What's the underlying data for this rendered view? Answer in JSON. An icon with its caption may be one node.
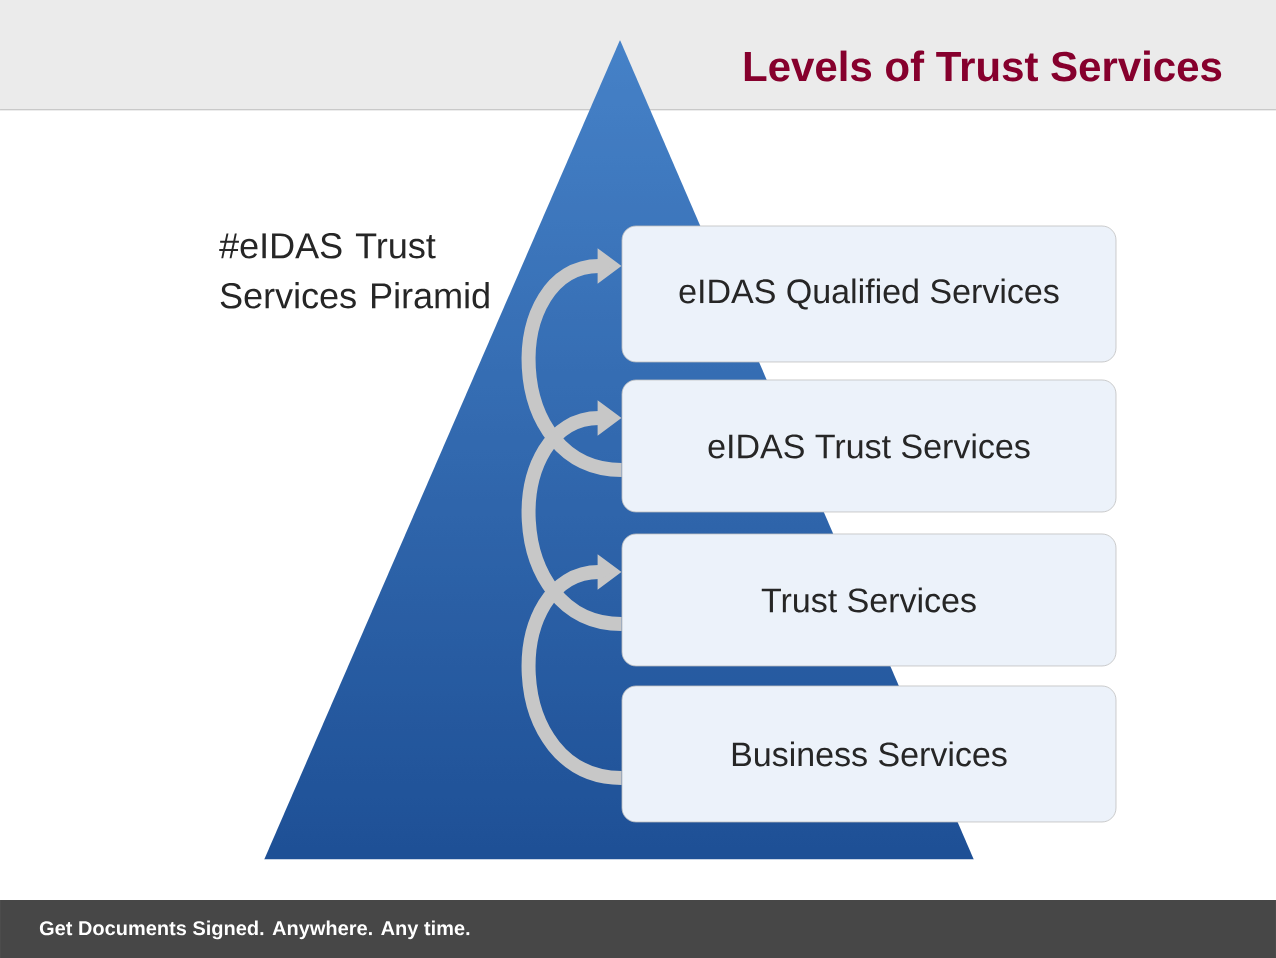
{
  "diagram": {
    "title": "Levels of Trust Services",
    "nodes": [
      {
        "text": [
          "eIDAS Qualified Services"
        ]
      },
      {
        "text": [
          "eIDAS Trust Services"
        ]
      },
      {
        "text": [
          "Trust Services"
        ]
      },
      {
        "text": [
          "Business Services"
        ]
      }
    ],
    "edges": [
      {
        "from": 1,
        "to": 0,
        "arrow": "to"
      },
      {
        "from": 2,
        "to": 1,
        "arrow": "to"
      },
      {
        "from": 3,
        "to": 2,
        "arrow": "to"
      }
    ],
    "labels": [
      "#eIDAS Trust Services Piramid",
      "Get Documents Signed. Anywhere. Any time."
    ]
  }
}
